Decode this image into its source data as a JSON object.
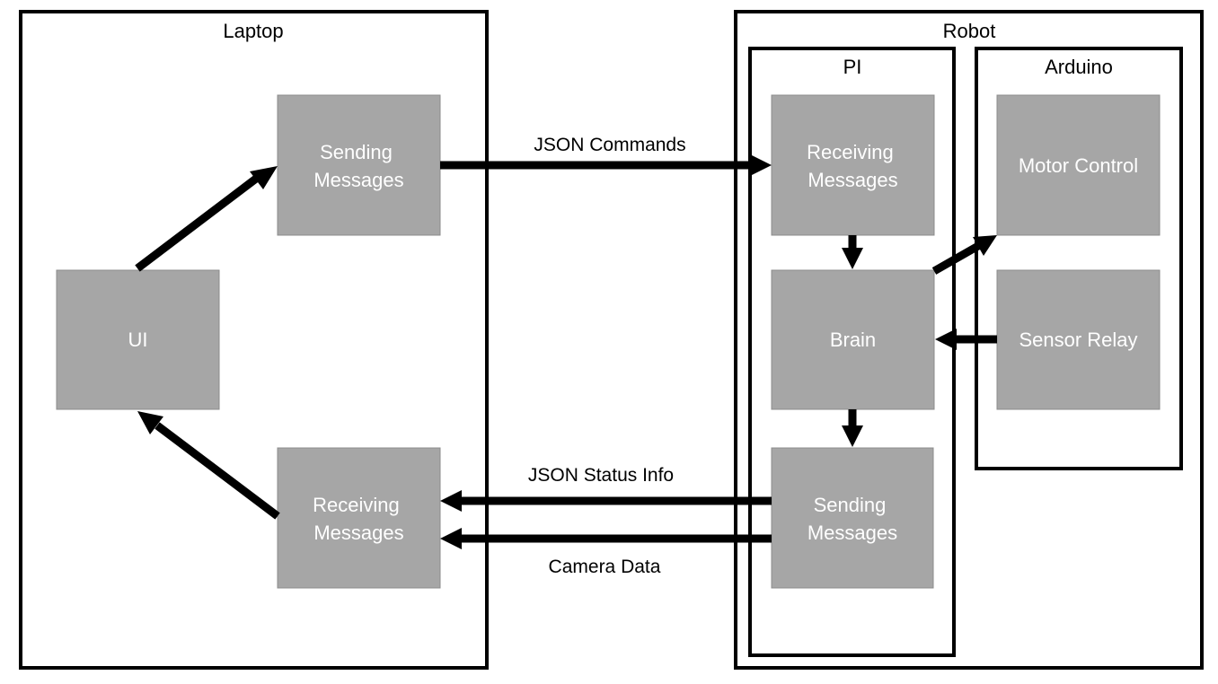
{
  "containers": {
    "laptop": "Laptop",
    "robot": "Robot",
    "pi": "PI",
    "arduino": "Arduino"
  },
  "nodes": {
    "laptop_ui": "UI",
    "laptop_sending": [
      "Sending",
      "Messages"
    ],
    "laptop_receiving": [
      "Receiving",
      "Messages"
    ],
    "pi_receiving": [
      "Receiving",
      "Messages"
    ],
    "pi_brain": "Brain",
    "pi_sending": [
      "Sending",
      "Messages"
    ],
    "arduino_motor": "Motor Control",
    "arduino_sensor": "Sensor Relay"
  },
  "edges": {
    "json_commands": "JSON Commands",
    "json_status": "JSON Status Info",
    "camera_data": "Camera Data"
  },
  "colors": {
    "node_fill": "#a6a6a6",
    "node_text": "#ffffff",
    "outline": "#000000"
  }
}
